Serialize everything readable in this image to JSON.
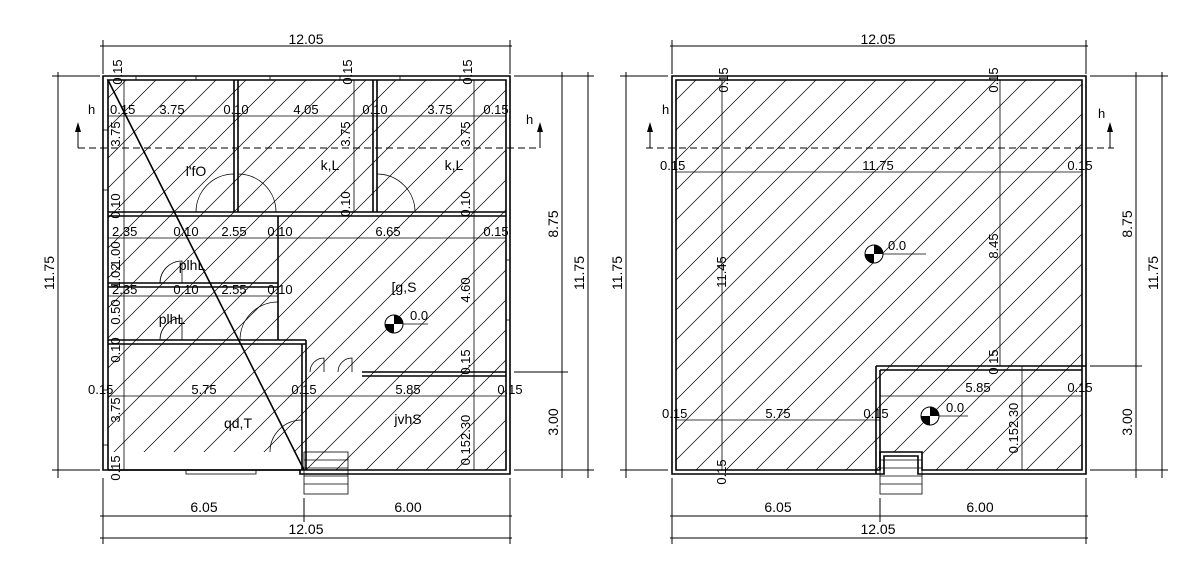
{
  "plans": {
    "floor_plan": {
      "top_width": "12.05",
      "bottom_width": "12.05",
      "bottom_left": "6.05",
      "bottom_right": "6.00",
      "left_height": "11.75",
      "right_total": "11.75",
      "right_upper": "8.75",
      "right_lower": "3.00",
      "top_wall_1": "0.15",
      "top_wall_2": "0.15",
      "top_wall_3": "0.15",
      "row1": [
        "0.15",
        "3.75",
        "0.10",
        "4.05",
        "0.10",
        "3.75",
        "0.15"
      ],
      "room1_height": "3.75",
      "room2_height": "3.75",
      "room3_height": "3.75",
      "row2": [
        "2.35",
        "0.10",
        "2.55",
        "0.10",
        "6.65",
        "0.15"
      ],
      "row3": [
        "2.35",
        "0.10",
        "2.55",
        "0.10"
      ],
      "row4": [
        "0.15",
        "5.75",
        "0.15",
        "5.85",
        "0.15"
      ],
      "left_col_top": "0.10",
      "left_col_mid": "1.02",
      "left_col_mid2": "1.00",
      "left_col_low": "0.10",
      "left_col_low2": "0.50",
      "left_bottom_height": "3.75",
      "left_bottom_wall": "0.15",
      "bottom_wall": "0.15",
      "door_wall_1": "0.10",
      "door_wall_2": "0.10",
      "hall_height": "4.60",
      "hall_wall": "0.15",
      "right_lower_dims": "0.152.30",
      "rooms": {
        "bedroom1": "l'fO",
        "bedroom2": "k,L",
        "bedroom3": "k,L",
        "wc1": "plhL",
        "wc2": "plhL",
        "hall": "[g,S",
        "living": "qd,T",
        "entry": "jvhS"
      },
      "level": "0.0",
      "section_mark": "h",
      "section_mark_left": "h"
    },
    "roof_plan": {
      "top_width": "12.05",
      "bottom_width": "12.05",
      "bottom_left": "6.05",
      "bottom_right": "6.00",
      "left_height": "11.75",
      "right_total": "11.75",
      "right_upper": "8.75",
      "right_lower": "3.00",
      "top_wall_1": "0.15",
      "top_wall_2": "0.15",
      "row1": [
        "0.15",
        "11.75",
        "0.15"
      ],
      "inner_height": "11.45",
      "inner_height2": "8.45",
      "row2": [
        "5.85",
        "0.15"
      ],
      "row3": [
        "0.15",
        "5.75",
        "0.15"
      ],
      "lower_wall": "0.15",
      "lower_dims": "0.152.30",
      "bottom_wall": "0.15",
      "level1": "0.0",
      "level2": "0.0",
      "section_mark": "h",
      "section_mark_left": "h"
    }
  }
}
